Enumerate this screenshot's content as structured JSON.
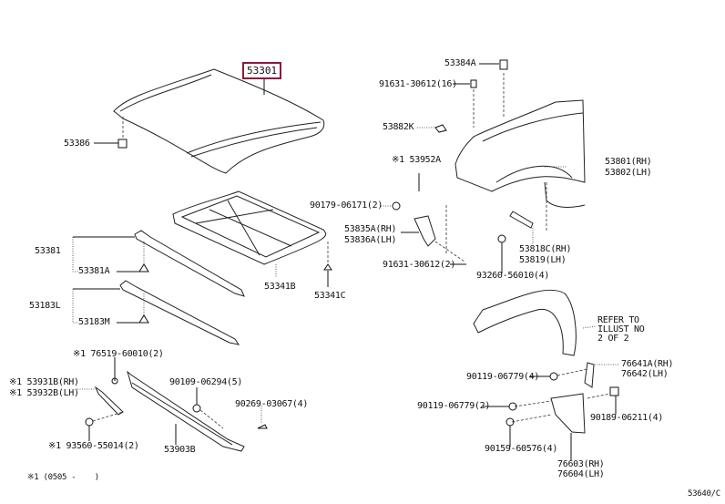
{
  "diagram": {
    "highlighted_part": "53301",
    "image_code": "53640/C",
    "footnote": "※1 (0505 -    )",
    "refer_note": [
      "REFER TO",
      "ILLUST NO",
      "2 OF 2"
    ],
    "parts": {
      "hood": "53301",
      "hood_cushion": "53386",
      "hood_seal_upper": "53381",
      "hood_seal_upper_clip": "53381A",
      "hood_seal_lower": "53183L",
      "hood_seal_lower_clip": "53183M",
      "hood_insulator": "53341B",
      "hood_insulator_clip": "53341C",
      "fender_protector_top": "53384A",
      "fender_bolt_top": "91631-30612(16)",
      "fender_cushion": "53882K",
      "fender_seal": "※1 53952A",
      "fender_rh": "53801(RH)",
      "fender_lh": "53802(LH)",
      "clip_90179": "90179-06171(2)",
      "bracket_rh": "53835A(RH)",
      "bracket_lh": "53836A(LH)",
      "fender_bolt_lower": "91631-30612(2)",
      "screw_93260": "93260-56010(4)",
      "liner_rh": "53818C(RH)",
      "liner_lh": "53819(LH)",
      "clip_76519": "※1 76519-60010(2)",
      "moulding_rh": "※1 53931B(RH)",
      "moulding_lh": "※1 53932B(LH)",
      "screw_93560": "※1 93560-55014(2)",
      "grille_support": "53903B",
      "bolt_90109": "90109-06294(5)",
      "clip_90269": "90269-03067(4)",
      "mudguard_bracket_rh": "76641A(RH)",
      "mudguard_bracket_lh": "76642(LH)",
      "bolt_90119_a": "90119-06779(4)",
      "bolt_90119_b": "90119-06779(2)",
      "nut_90189": "90189-06211(4)",
      "screw_90159": "90159-60576(4)",
      "mudguard_rh": "76603(RH)",
      "mudguard_lh": "76604(LH)"
    }
  }
}
